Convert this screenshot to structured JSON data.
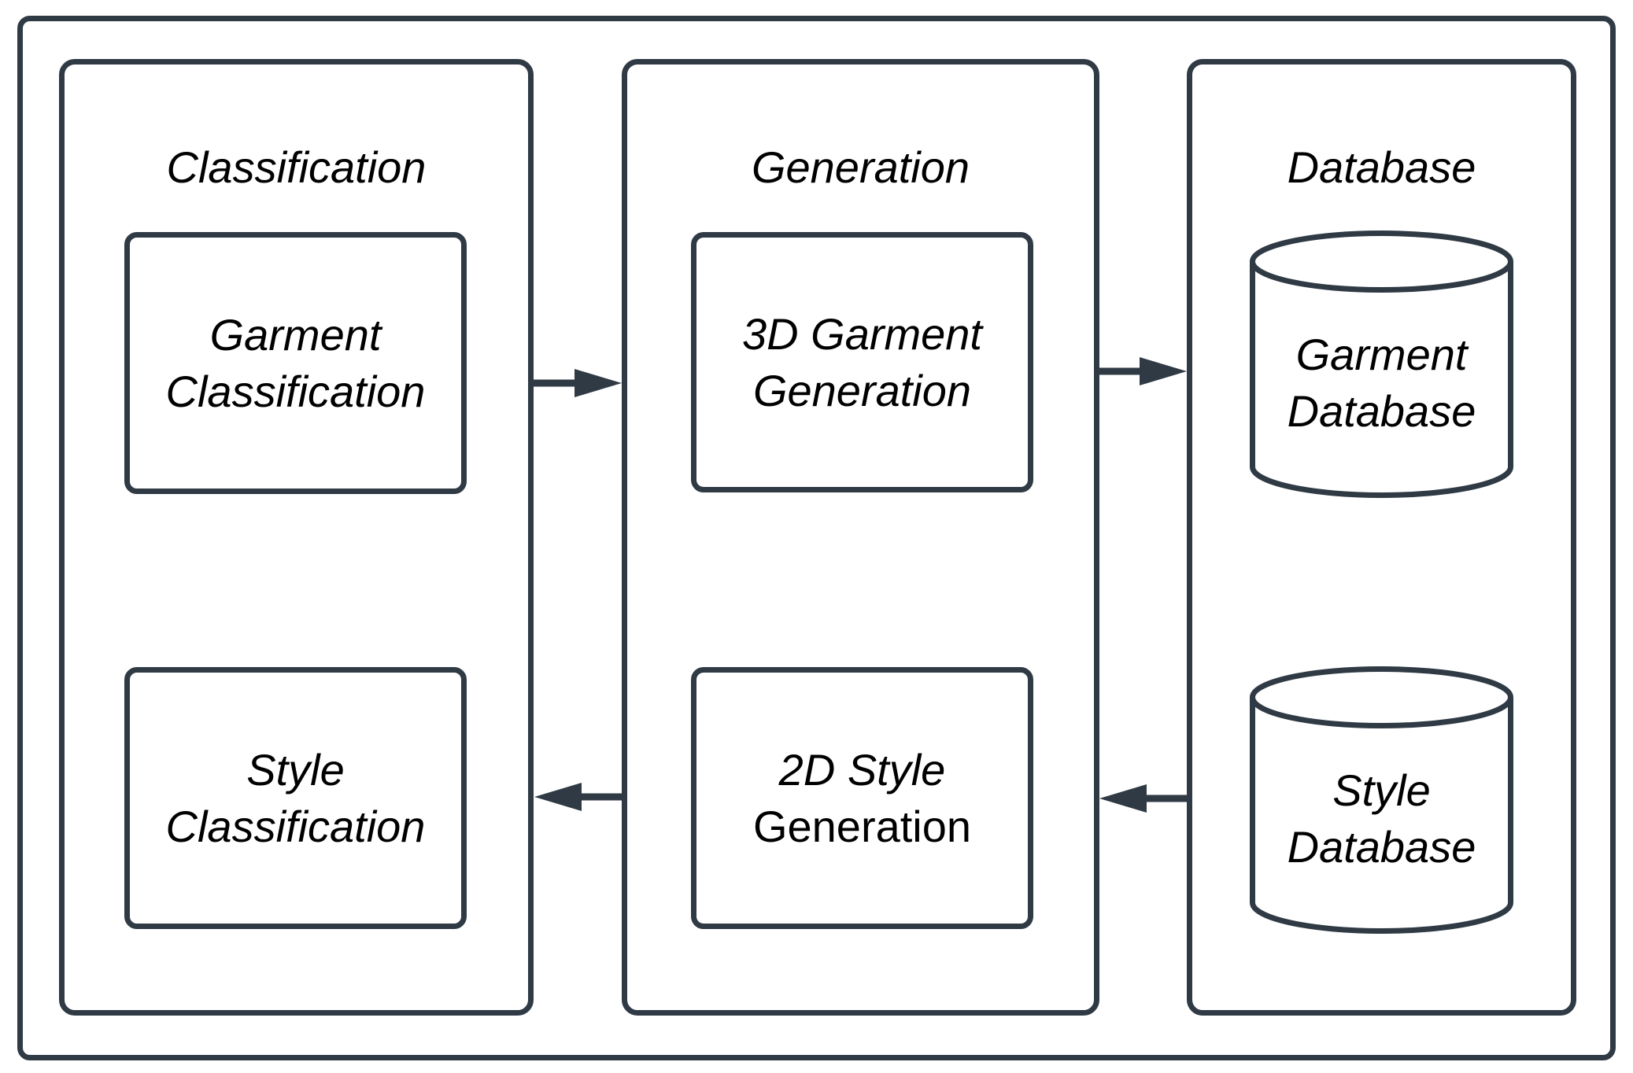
{
  "colors": {
    "stroke": "#2f3a45",
    "text": "#000000",
    "background": "#ffffff"
  },
  "columns": [
    {
      "title": "Classification",
      "boxes": [
        {
          "line1": "Garment",
          "line2": "Classification"
        },
        {
          "line1": "Style",
          "line2": "Classification"
        }
      ]
    },
    {
      "title": "Generation",
      "boxes": [
        {
          "line1": "3D Garment",
          "line2": "Generation"
        },
        {
          "line1": "2D Style",
          "line2": "Generation"
        }
      ]
    },
    {
      "title": "Database",
      "cylinders": [
        {
          "line1": "Garment",
          "line2": "Database"
        },
        {
          "line1": "Style",
          "line2": "Database"
        }
      ]
    }
  ],
  "arrows": [
    {
      "from": "Garment Classification",
      "to": "3D Garment Generation",
      "direction": "right"
    },
    {
      "from": "3D Garment Generation",
      "to": "Garment Database",
      "direction": "right"
    },
    {
      "from": "Style Database",
      "to": "2D Style Generation",
      "direction": "left"
    },
    {
      "from": "2D Style Generation",
      "to": "Style Classification",
      "direction": "left"
    }
  ]
}
